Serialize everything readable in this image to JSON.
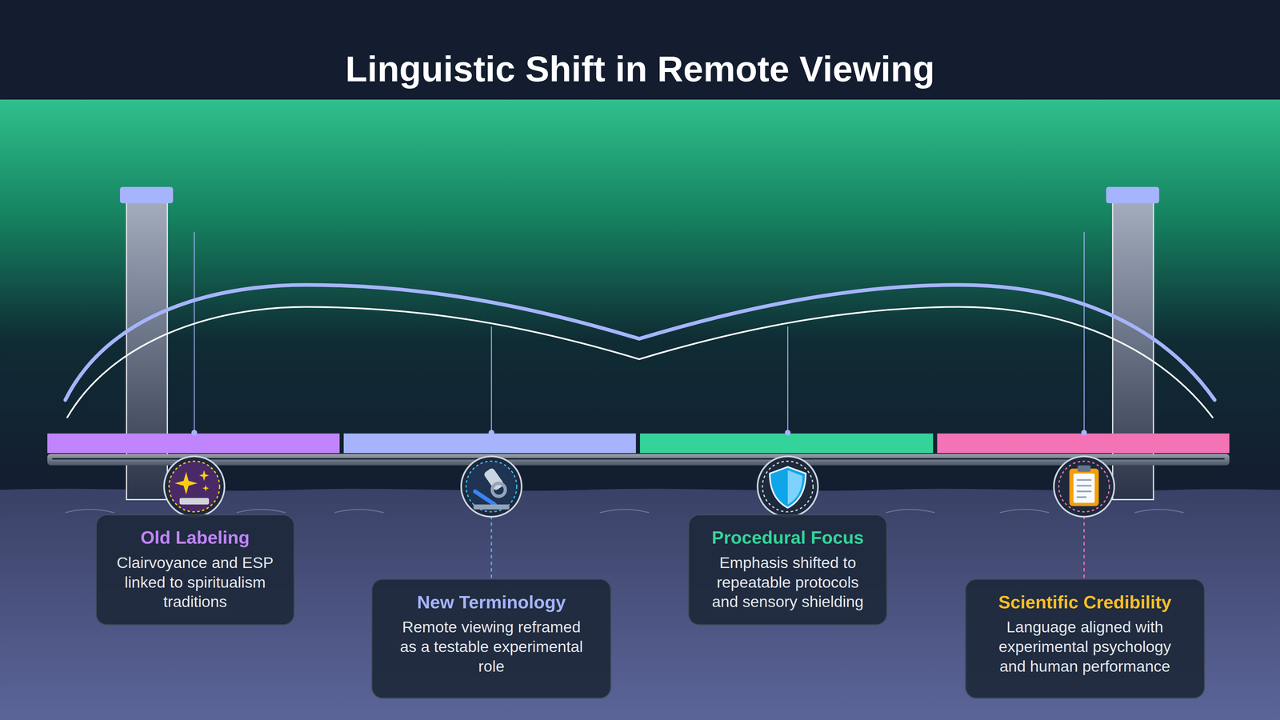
{
  "diagram": {
    "title": "Linguistic Shift in Remote Viewing",
    "nodes": [
      {
        "text": [
          "Old Labeling",
          "Clairvoyance and ESP linked to spiritualism traditions"
        ]
      },
      {
        "text": [
          "New Terminology",
          "Remote viewing reframed as a testable experimental role"
        ]
      },
      {
        "text": [
          "Procedural Focus",
          "Emphasis shifted to repeatable protocols and sensory shielding"
        ]
      },
      {
        "text": [
          "Scientific Credibility",
          "Language aligned with experimental psychology and human performance"
        ]
      }
    ]
  }
}
